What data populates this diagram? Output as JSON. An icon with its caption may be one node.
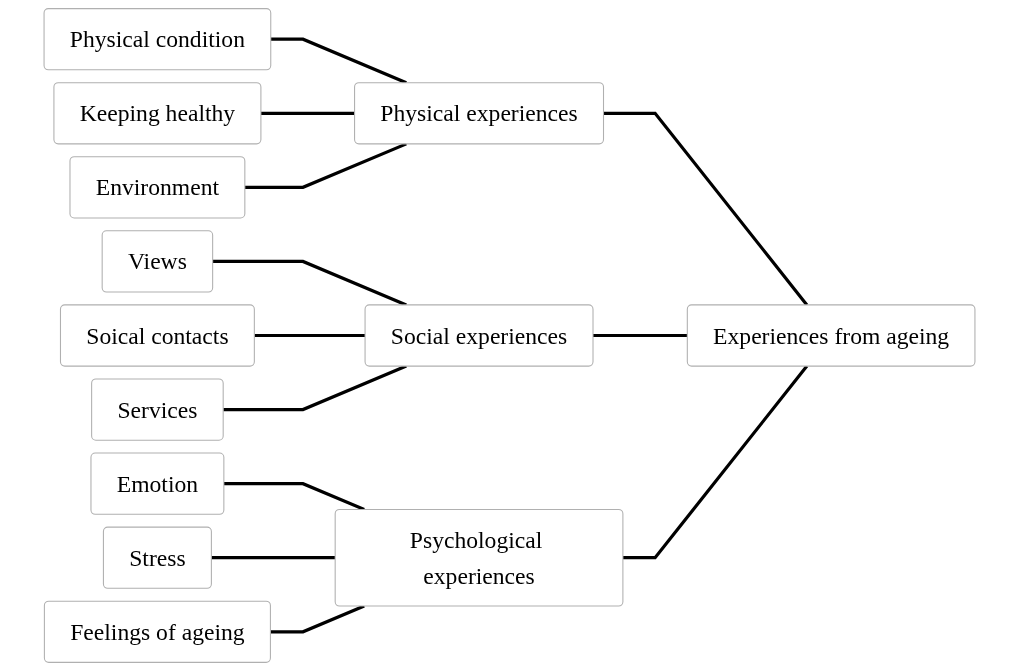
{
  "diagram": {
    "nodes": [
      {
        "text": [
          "Physical condition"
        ]
      },
      {
        "text": [
          "Keeping healthy"
        ]
      },
      {
        "text": [
          "Environment"
        ]
      },
      {
        "text": [
          "Physical experiences"
        ]
      },
      {
        "text": [
          "Views"
        ]
      },
      {
        "text": [
          "Soical contacts"
        ]
      },
      {
        "text": [
          "Services"
        ]
      },
      {
        "text": [
          "Social experiences"
        ]
      },
      {
        "text": [
          "Emotion"
        ]
      },
      {
        "text": [
          "Stress"
        ]
      },
      {
        "text": [
          "Feelings of ageing"
        ]
      },
      {
        "text": [
          "Psychological experiences"
        ]
      },
      {
        "text": [
          "Experiences from ageing"
        ]
      }
    ],
    "edges": [
      {
        "from": 0,
        "to": 3,
        "arrow": "none"
      },
      {
        "from": 1,
        "to": 3,
        "arrow": "none"
      },
      {
        "from": 2,
        "to": 3,
        "arrow": "none"
      },
      {
        "from": 4,
        "to": 7,
        "arrow": "none"
      },
      {
        "from": 5,
        "to": 7,
        "arrow": "none"
      },
      {
        "from": 6,
        "to": 7,
        "arrow": "none"
      },
      {
        "from": 8,
        "to": 11,
        "arrow": "none"
      },
      {
        "from": 9,
        "to": 11,
        "arrow": "none"
      },
      {
        "from": 10,
        "to": 11,
        "arrow": "none"
      },
      {
        "from": 3,
        "to": 12,
        "arrow": "none"
      },
      {
        "from": 7,
        "to": 12,
        "arrow": "none"
      },
      {
        "from": 11,
        "to": 12,
        "arrow": "none"
      }
    ]
  }
}
